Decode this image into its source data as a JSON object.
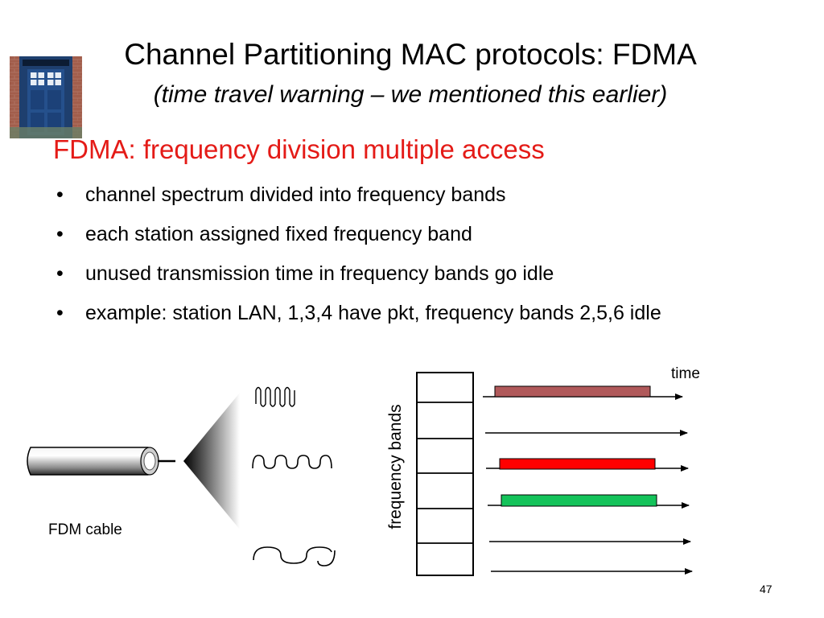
{
  "slide": {
    "title": "Channel Partitioning MAC protocols: FDMA",
    "subtitle": "(time travel warning – we mentioned this earlier)",
    "heading": "FDMA: frequency division multiple access",
    "bullets": [
      "channel spectrum divided into frequency bands",
      "each station assigned fixed frequency band",
      "unused transmission time in frequency bands go idle",
      "example: station LAN, 1,3,4 have pkt, frequency bands 2,5,6 idle"
    ],
    "bullet_symbol": "•",
    "page_number": "47"
  },
  "figure": {
    "cable_label": "FDM cable",
    "time_label": "time",
    "frequency_label": "frequency bands",
    "band_colors": {
      "band1": "#b0595a",
      "band3": "#ff0000",
      "band4": "#14c35a"
    }
  },
  "colors": {
    "heading": "#e41b17",
    "accent_red": "#e41b17"
  },
  "icons": {
    "photo": "police-box-photo"
  }
}
